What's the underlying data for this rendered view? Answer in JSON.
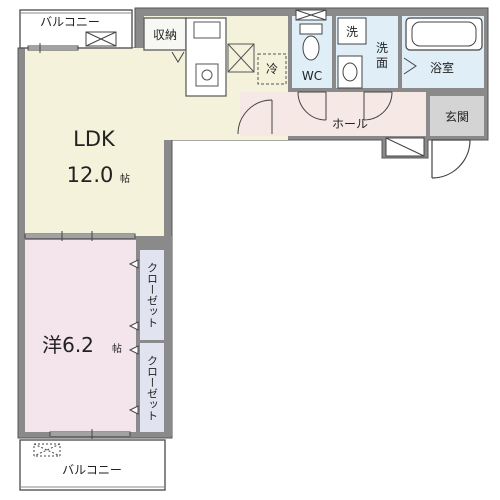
{
  "rooms": {
    "ldk": {
      "name": "LDK",
      "size": "12.0",
      "unit": "帖"
    },
    "western": {
      "name": "洋6.2",
      "unit": "帖"
    },
    "storage": "収納",
    "fridge": "冷",
    "wc": "WC",
    "washer": "洗",
    "washroom_line1": "洗",
    "washroom_line2": "面",
    "bath": "浴室",
    "hall": "ホール",
    "entrance": "玄関",
    "closet": "クローゼット",
    "balcony": "バルコニー"
  },
  "colors": {
    "ldk": "#f5f2dc",
    "western": "#f4e4ec",
    "hall": "#f6e8e5",
    "wet": "#dfeef7",
    "entrance": "#d4d4d4",
    "closet": "#e2e3f1",
    "wall": "#777777"
  }
}
